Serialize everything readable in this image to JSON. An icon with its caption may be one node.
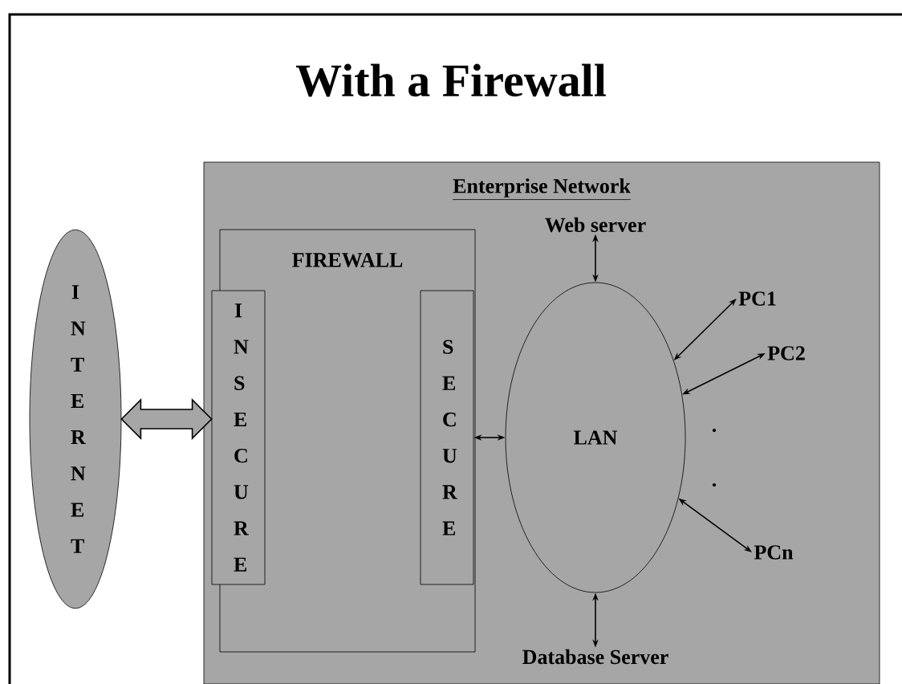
{
  "diagram": {
    "title": "With a Firewall",
    "nodes": [
      {
        "text": [
          "I N T E R N E T"
        ]
      },
      {
        "text": [
          "Enterprise Network"
        ]
      },
      {
        "text": [
          "FIREWALL"
        ],
        "in": 1
      },
      {
        "text": [
          "I N S E C U R E"
        ],
        "in": 1
      },
      {
        "text": [
          "S E C U R E"
        ],
        "in": 2
      },
      {
        "text": [
          "LAN"
        ],
        "in": 1
      },
      {
        "text": [
          "Web server"
        ],
        "in": 1
      },
      {
        "text": [
          "PC1"
        ],
        "in": 1
      },
      {
        "text": [
          "PC2"
        ],
        "in": 1
      },
      {
        "text": [
          "PCn"
        ],
        "in": 1
      },
      {
        "text": [
          "Database Server"
        ],
        "in": 1
      }
    ],
    "edges": [
      {
        "from": 0,
        "to": 3,
        "arrow": "both",
        "style": "thick"
      },
      {
        "from": 4,
        "to": 5,
        "arrow": "both"
      },
      {
        "from": 5,
        "to": 6,
        "arrow": "both"
      },
      {
        "from": 5,
        "to": 7,
        "arrow": "both"
      },
      {
        "from": 5,
        "to": 8,
        "arrow": "both"
      },
      {
        "from": 5,
        "to": 9,
        "arrow": "both"
      },
      {
        "from": 5,
        "to": 10,
        "arrow": "both"
      }
    ],
    "labels": [
      ".",
      "."
    ]
  }
}
